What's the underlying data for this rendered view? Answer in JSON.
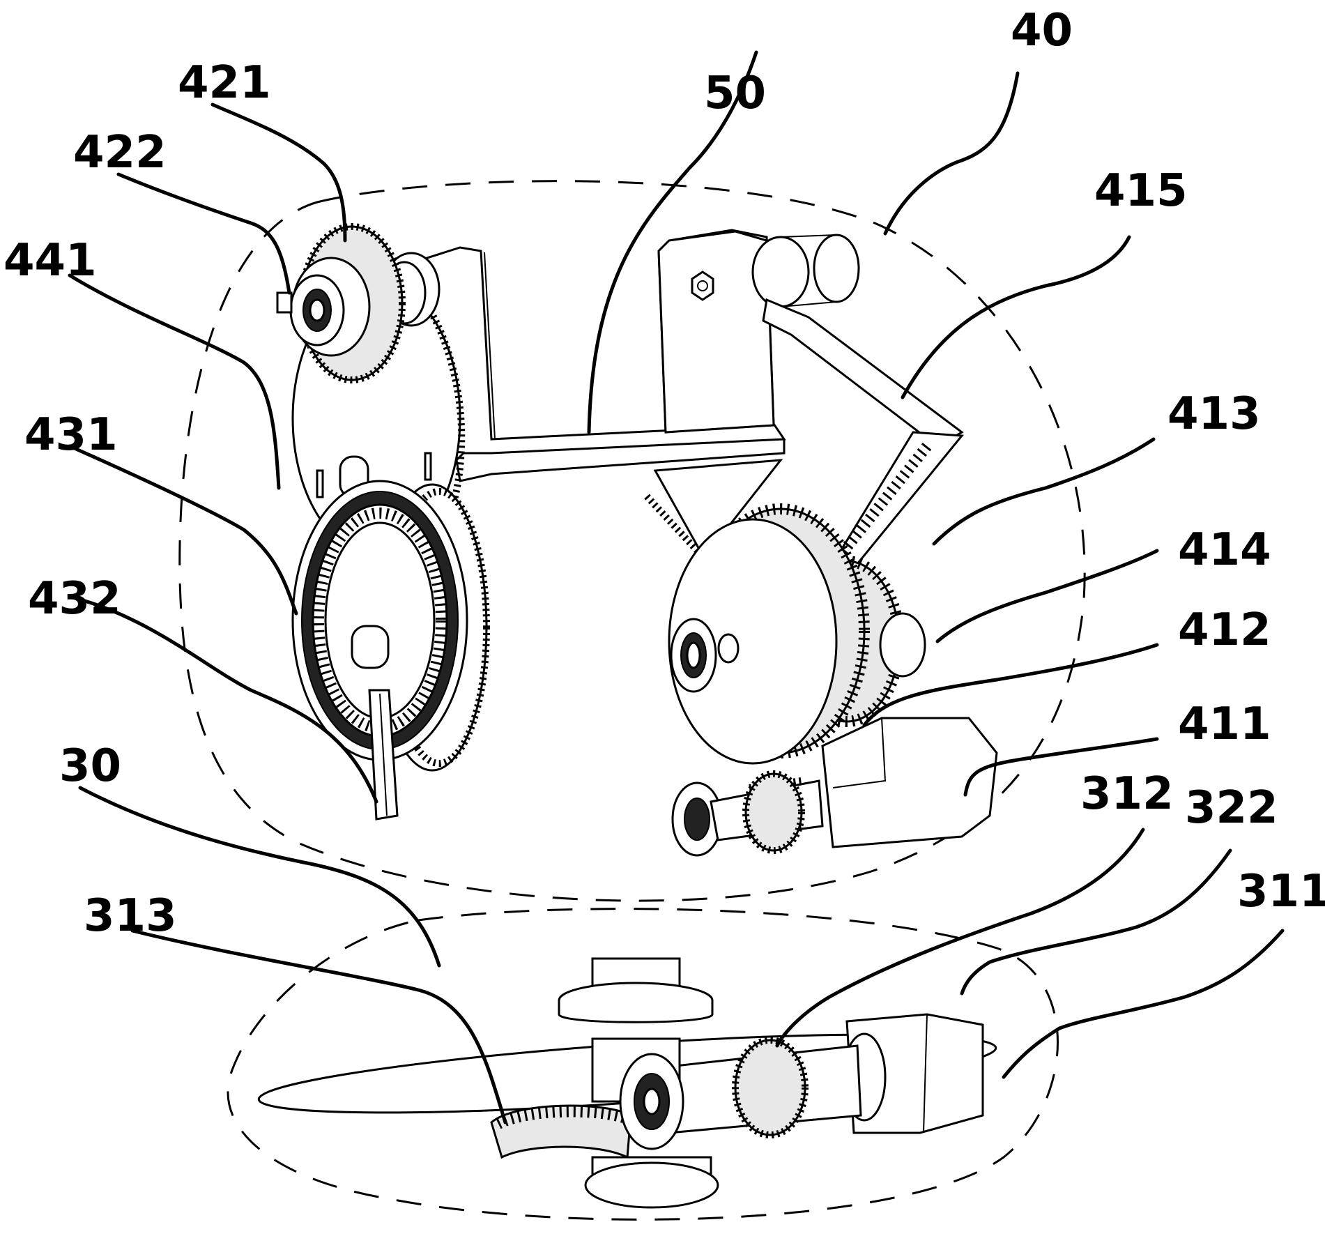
{
  "diagram": {
    "labels": [
      {
        "id": "label-40",
        "text": "40"
      },
      {
        "id": "label-50",
        "text": "50"
      },
      {
        "id": "label-421",
        "text": "421"
      },
      {
        "id": "label-422",
        "text": "422"
      },
      {
        "id": "label-441",
        "text": "441"
      },
      {
        "id": "label-431",
        "text": "431"
      },
      {
        "id": "label-432",
        "text": "432"
      },
      {
        "id": "label-30",
        "text": "30"
      },
      {
        "id": "label-313",
        "text": "313"
      },
      {
        "id": "label-415",
        "text": "415"
      },
      {
        "id": "label-413",
        "text": "413"
      },
      {
        "id": "label-414",
        "text": "414"
      },
      {
        "id": "label-412",
        "text": "412"
      },
      {
        "id": "label-411",
        "text": "411"
      },
      {
        "id": "label-312",
        "text": "312"
      },
      {
        "id": "label-322",
        "text": "322"
      },
      {
        "id": "label-311",
        "text": "311"
      }
    ]
  }
}
